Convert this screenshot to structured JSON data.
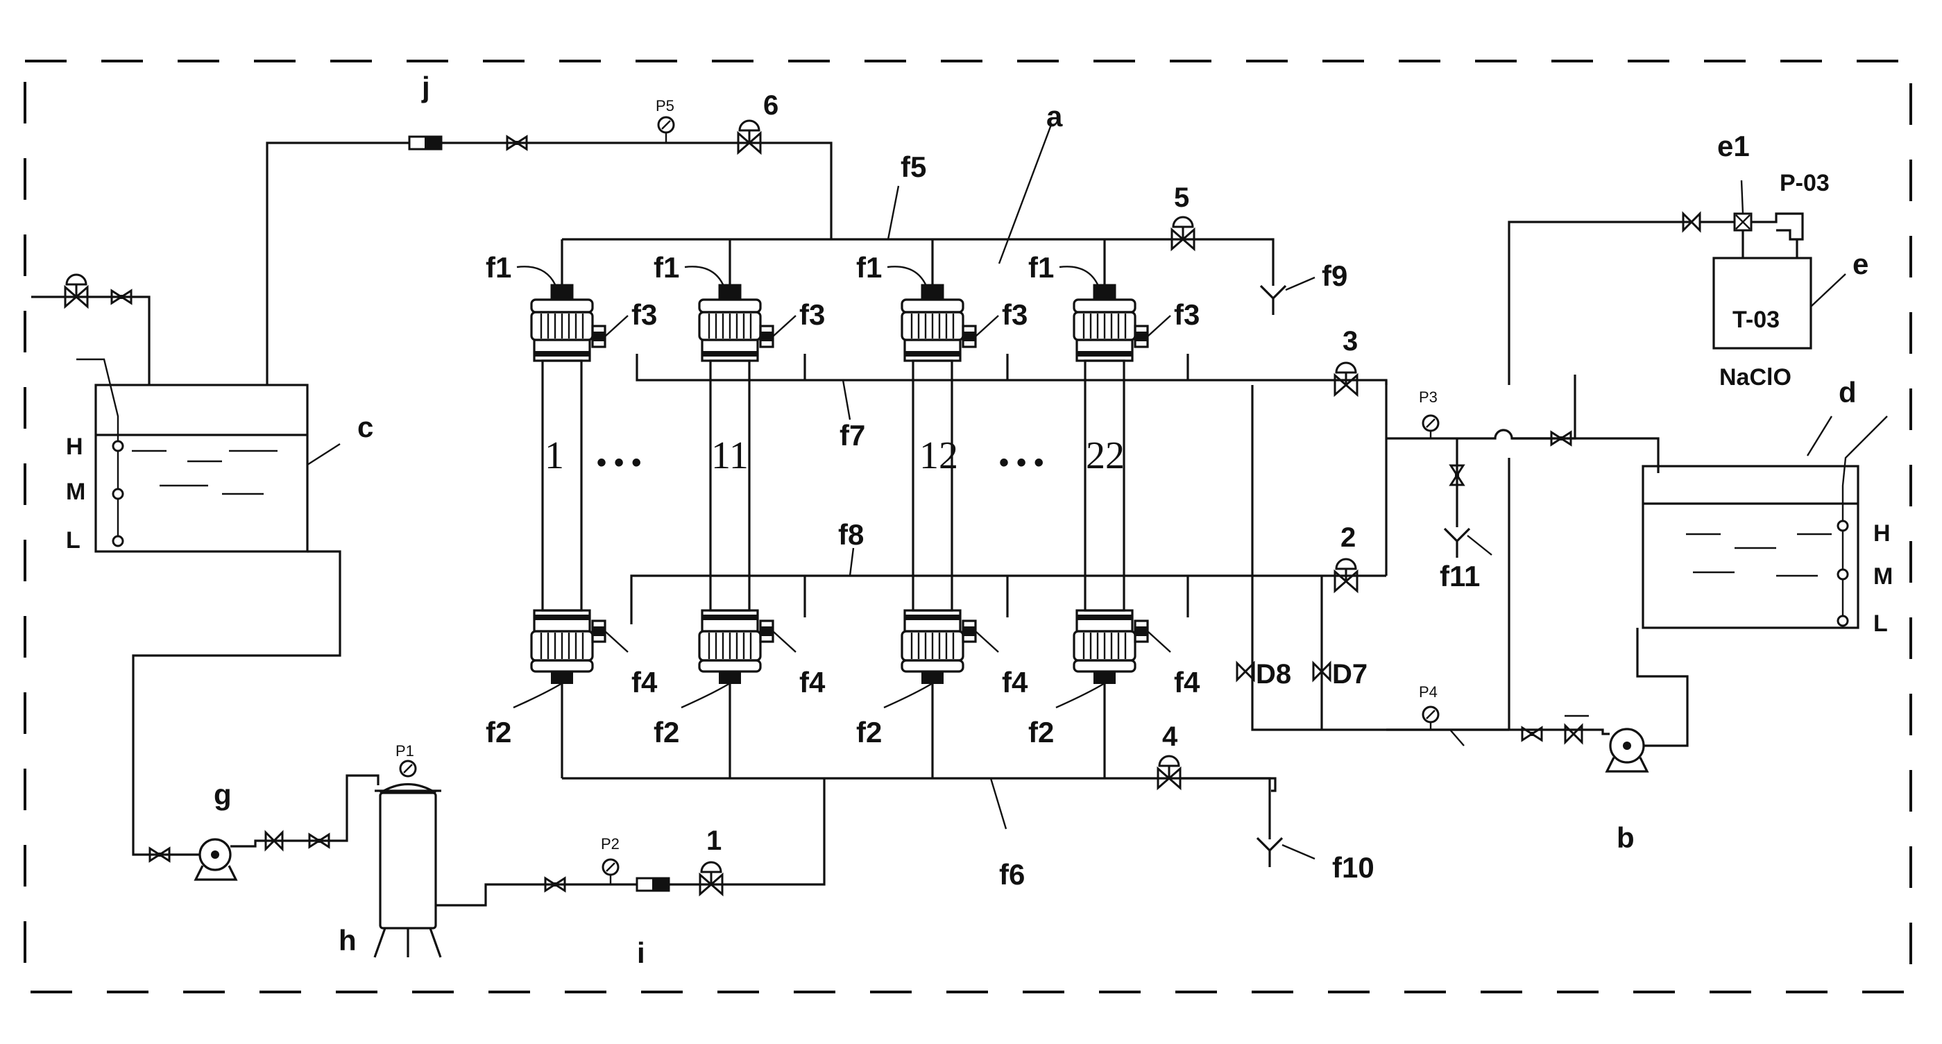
{
  "labels": {
    "tank_raw": "c",
    "tank_product": "d",
    "membrane_array": "a",
    "pump_feed": "g",
    "pump_backwash": "b",
    "prefilter": "h",
    "flowmeter_feed": "i",
    "flowmeter_concentrate": "j",
    "dosing_unit": "e",
    "dosing_valve": "e1",
    "dosing_pump": "P-03",
    "dosing_tank": "T-03",
    "chemical": "NaClO"
  },
  "levels": [
    "H",
    "M",
    "L"
  ],
  "modules": [
    "1",
    "11",
    "12",
    "22"
  ],
  "module_ellipsis": "• • •",
  "ports": {
    "top": "f1",
    "bottom": "f2",
    "side_top": "f3",
    "side_bottom": "f4"
  },
  "lines": {
    "concentrate_manifold": "f5",
    "feed_manifold": "f6",
    "permeate_upper": "f7",
    "permeate_lower": "f8",
    "drain_concentrate": "f9",
    "drain_feed": "f10",
    "drain_permeate": "f11"
  },
  "valves": [
    "1",
    "2",
    "3",
    "4",
    "5",
    "6",
    "D8",
    "D7"
  ],
  "gauges": [
    "P1",
    "P2",
    "P3",
    "P4",
    "P5"
  ]
}
